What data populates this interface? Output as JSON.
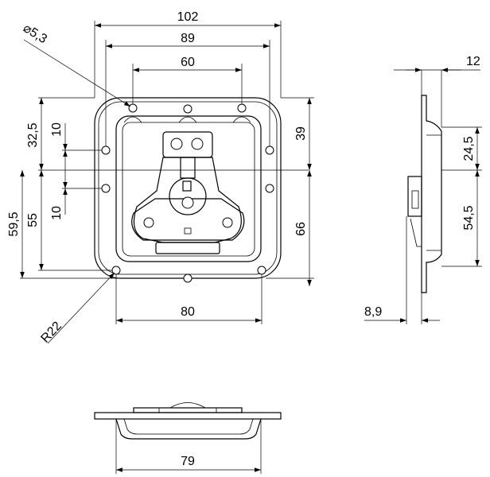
{
  "drawing": {
    "front_view": {
      "dimensions": {
        "overall_width": "102",
        "hole_spacing_outer": "89",
        "hole_spacing_inner": "60",
        "hole_diameter": "⌀5,3",
        "lower_hole_spacing": "80",
        "corner_radius": "R22",
        "left_upper_height": "32,5",
        "left_upper_offset": "10",
        "left_lower_height": "59,5",
        "left_lower_inner": "55",
        "left_lower_offset": "10",
        "right_upper_height": "39",
        "right_lower_height": "66"
      }
    },
    "side_view": {
      "dimensions": {
        "top_depth": "12",
        "upper_height": "24,5",
        "lower_height": "54,5",
        "bottom_depth": "8,9"
      }
    },
    "bottom_view": {
      "dimensions": {
        "width": "79"
      }
    }
  }
}
